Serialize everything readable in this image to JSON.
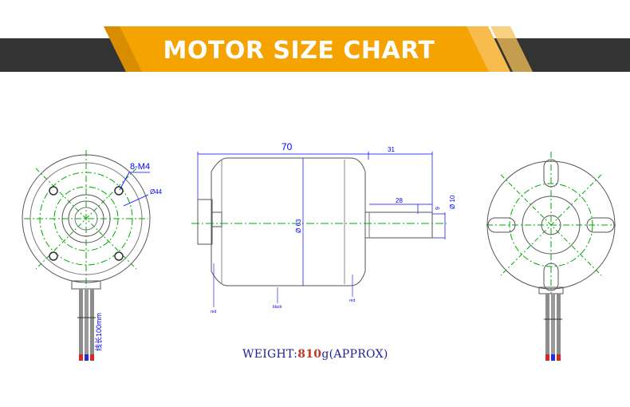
{
  "banner": {
    "title": "MOTOR SIZE CHART",
    "colors": {
      "dark": "#333333",
      "orange": "#f5a300",
      "light_orange": "#f7c15a"
    }
  },
  "drawing": {
    "front_view": {
      "hole_label": "8-M4",
      "diameter_label": "Ø44",
      "cable_label": "线长100mm"
    },
    "side_view": {
      "overall_length": "70",
      "shaft_length": "31",
      "key_length": "28",
      "shaft_step": "9",
      "shaft_diameter": "Ø 10",
      "body_diameter": "Ø 63",
      "wire_left": "red",
      "wire_mid": "black",
      "wire_right": "red"
    },
    "rear_view": {}
  },
  "weight": {
    "prefix": "WEIGHT:",
    "value": "810",
    "unit": "g",
    "suffix": "(APPROX)"
  }
}
